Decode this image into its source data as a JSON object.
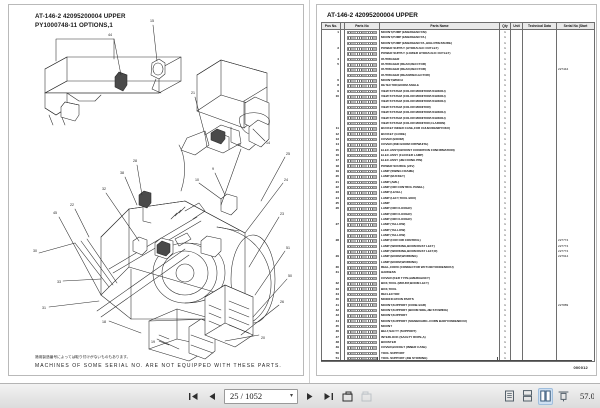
{
  "viewer": {
    "page_field": "25 / 1052",
    "zoom_level": "57.0",
    "buttons": {
      "first_page": "First Page",
      "prev_page": "Previous Page",
      "next_page": "Next Page",
      "last_page": "Last Page",
      "show_panel": "Show Panel",
      "hide_panel": "Hide Panel",
      "single_page_view": "Single Page View",
      "continuous_view": "Continuous View",
      "two_page_view": "Two Page View",
      "fit_page": "Fit Page"
    }
  },
  "diagram": {
    "title_line1": "AT-146-2 42095200004 UPPER",
    "title_line2": "PY1000748-11 OPTIONS,1",
    "note_jp": "適用製造番号によっては取り付けがないものもあります。",
    "note_en": "MACHINES OF SOME SERIAL NO. ARE NOT EQUIPPED WITH THESE PARTS.",
    "callouts": [
      "44",
      "15",
      "21",
      "28",
      "38",
      "32",
      "22",
      "45",
      "14",
      "46",
      "25",
      "24",
      "23",
      "51",
      "50",
      "26",
      "20",
      "19",
      "18",
      "33",
      "31",
      "30",
      "10",
      "9",
      "8",
      "7",
      "6",
      "5",
      "4",
      "3",
      "2",
      "1",
      "40",
      "41",
      "42",
      "43",
      "47",
      "48",
      "49",
      "52",
      "53",
      "16",
      "17",
      "11",
      "12",
      "13",
      "27",
      "29",
      "34",
      "35",
      "36",
      "37",
      "39"
    ]
  },
  "table": {
    "title": "AT-146-2 42095200004 UPPER",
    "sheet_no": "000012",
    "headers": {
      "pos": "Pos No.",
      "sep": "",
      "part_no": "Parts No",
      "name": "Parts Name",
      "qty": "Qty",
      "unit": "Unit",
      "tech": "Technical Data",
      "serial": "Serial No (Start"
    },
    "rows": [
      {
        "pos": "1",
        "name": "MOUNT,PUMP (EMERGENCY/B)",
        "qty": "1",
        "unit": "",
        "tech": "",
        "ser": ""
      },
      {
        "pos": "",
        "name": "MOUNT,PUMP (EMERGENCY/L)",
        "qty": "1",
        "unit": "",
        "tech": "",
        "ser": ""
      },
      {
        "pos": "",
        "name": "MOUNT,PUMP (EMERGENCY/L,HIGH PRESSURE)",
        "qty": "1",
        "unit": "",
        "tech": "",
        "ser": ""
      },
      {
        "pos": "3",
        "name": "POWER SUPPLY (HYDRAULIC OUTLET)",
        "qty": "1",
        "unit": "",
        "tech": "",
        "ser": ""
      },
      {
        "pos": "",
        "name": "POWER SUPPLY (LOWER HYDRAULIC OUTLET)",
        "qty": "1",
        "unit": "",
        "tech": "",
        "ser": ""
      },
      {
        "pos": "4",
        "name": "OUTRIGGER",
        "qty": "1",
        "unit": "",
        "tech": "",
        "ser": ""
      },
      {
        "pos": "5",
        "name": "OUTRIGGER (REAR,REFCTOR)",
        "qty": "1",
        "unit": "",
        "tech": "",
        "ser": ""
      },
      {
        "pos": "",
        "name": "OUTRIGGER (REAR,REFCTOR)",
        "qty": "1",
        "unit": "",
        "tech": "",
        "ser": "227444"
      },
      {
        "pos": "",
        "name": "OUTRIGGER (REAR/REFLECTOR)",
        "qty": "1",
        "unit": "",
        "tech": "",
        "ser": ""
      },
      {
        "pos": "6",
        "name": "MOUNT,WINCH",
        "qty": "1",
        "unit": "",
        "tech": "",
        "ser": ""
      },
      {
        "pos": "8",
        "name": "DETECTOR,BOOM ANGLE",
        "qty": "1",
        "unit": "",
        "tech": "",
        "ser": ""
      },
      {
        "pos": "9",
        "name": "VIEW SYSTEM (COLOR MONITOR/UCHIKOH)",
        "qty": "1",
        "unit": "",
        "tech": "",
        "ser": ""
      },
      {
        "pos": "10",
        "name": "VIEW SYSTEM (COLOR MONITOR/UCHIKOH)",
        "qty": "1",
        "unit": "",
        "tech": "",
        "ser": ""
      },
      {
        "pos": "",
        "name": "VIEW SYSTEM (COLOR MONITOR/UCHIKOH)",
        "qty": "1",
        "unit": "",
        "tech": "",
        "ser": ""
      },
      {
        "pos": "",
        "name": "VIEW SYSTEM (COLOR MONITOR)",
        "qty": "1",
        "unit": "",
        "tech": "",
        "ser": ""
      },
      {
        "pos": "",
        "name": "VIEW SYSTEM (COLOR MONITOR/UCHIKOH)",
        "qty": "1",
        "unit": "",
        "tech": "",
        "ser": ""
      },
      {
        "pos": "",
        "name": "VIEW SYSTEM (COLOR MONITOR/UCHIKOH)",
        "qty": "1",
        "unit": "",
        "tech": "",
        "ser": ""
      },
      {
        "pos": "",
        "name": "VIEW SYSTEM (COLOR MONITOR,CLARION)",
        "qty": "1",
        "unit": "",
        "tech": "",
        "ser": ""
      },
      {
        "pos": "11",
        "name": "BUCKET INNER CASE,FOR CHUBUDENRYOKU)",
        "qty": "1",
        "unit": "",
        "tech": "",
        "ser": ""
      },
      {
        "pos": "12",
        "name": "BUCKET (GUIDE)",
        "qty": "1",
        "unit": "",
        "tech": "",
        "ser": ""
      },
      {
        "pos": "13",
        "name": "COVER (BOOM)",
        "qty": "1",
        "unit": "",
        "tech": "",
        "ser": ""
      },
      {
        "pos": "14",
        "name": "COVER (2ND BOOM FRP/WHITE)",
        "qty": "1",
        "unit": "",
        "tech": "",
        "ser": ""
      },
      {
        "pos": "15",
        "name": "ELEC.ASSY(GROUNT CONDITION FONFIRMATION)",
        "qty": "1",
        "unit": "",
        "tech": "",
        "ser": ""
      },
      {
        "pos": "16",
        "name": "ELEC.ASSY (FLICKER LAMP)",
        "qty": "1",
        "unit": "",
        "tech": "",
        "ser": ""
      },
      {
        "pos": "17",
        "name": "ELEC.ASSY (JIB FIXING PIN)",
        "qty": "1",
        "unit": "",
        "tech": "",
        "ser": ""
      },
      {
        "pos": "18",
        "name": "POWER SOURCE (24V)",
        "qty": "1",
        "unit": "",
        "tech": "",
        "ser": ""
      },
      {
        "pos": "19",
        "name": "LAMP (SWING FRAME)",
        "qty": "1",
        "unit": "",
        "tech": "",
        "ser": ""
      },
      {
        "pos": "20",
        "name": "LAMP (BUCKET)",
        "qty": "1",
        "unit": "",
        "tech": "",
        "ser": ""
      },
      {
        "pos": "21",
        "name": "LAMP (AML)",
        "qty": "1",
        "unit": "",
        "tech": "",
        "ser": ""
      },
      {
        "pos": "22",
        "name": "LAMP (OIR CONTROL PANEL)",
        "qty": "1",
        "unit": "",
        "tech": "",
        "ser": ""
      },
      {
        "pos": "23",
        "name": "LAMP (LEVEL)",
        "qty": "1",
        "unit": "",
        "tech": "",
        "ser": ""
      },
      {
        "pos": "24",
        "name": "LAMP (LEFT,TOOL BOX)",
        "qty": "1",
        "unit": "",
        "tech": "",
        "ser": ""
      },
      {
        "pos": "25",
        "name": "LAMP",
        "qty": "1",
        "unit": "",
        "tech": "",
        "ser": ""
      },
      {
        "pos": "26",
        "name": "LAMP (OIR FLICKER)",
        "qty": "1",
        "unit": "",
        "tech": "",
        "ser": ""
      },
      {
        "pos": "",
        "name": "LAMP (OIR FLICKER)",
        "qty": "1",
        "unit": "",
        "tech": "",
        "ser": ""
      },
      {
        "pos": "",
        "name": "LAMP (OIR FLICKER)",
        "qty": "1",
        "unit": "",
        "tech": "",
        "ser": ""
      },
      {
        "pos": "27",
        "name": "LAMP (YELLOW)",
        "qty": "1",
        "unit": "",
        "tech": "",
        "ser": ""
      },
      {
        "pos": "",
        "name": "LAMP (YELLOW)",
        "qty": "1",
        "unit": "",
        "tech": "",
        "ser": ""
      },
      {
        "pos": "",
        "name": "LAMP (YELLOW)",
        "qty": "1",
        "unit": "",
        "tech": "",
        "ser": ""
      },
      {
        "pos": "28",
        "name": "LAMP (FOR OIR CONTROL)",
        "qty": "1",
        "unit": "",
        "tech": "",
        "ser": "227774"
      },
      {
        "pos": "",
        "name": "LAMP (WORKING,BOOM REST LEFT)",
        "qty": "1",
        "unit": "",
        "tech": "",
        "ser": "227774"
      },
      {
        "pos": "",
        "name": "LAMP (WORKING,BOOM REST LEFT,R)",
        "qty": "1",
        "unit": "",
        "tech": "",
        "ser": "227774"
      },
      {
        "pos": "29",
        "name": "LAMP (BOOM,WORKING)",
        "qty": "1",
        "unit": "",
        "tech": "",
        "ser": "227914"
      },
      {
        "pos": "",
        "name": "LAMP (BOOM,WORKING)",
        "qty": "1",
        "unit": "",
        "tech": "",
        "ser": ""
      },
      {
        "pos": "30",
        "name": "REEL,CORD (CONNECTOR WF7130/YONDENKOU)",
        "qty": "1",
        "unit": "",
        "tech": "",
        "ser": ""
      },
      {
        "pos": "31",
        "name": "HARNESS",
        "qty": "1",
        "unit": "",
        "tech": "",
        "ser": ""
      },
      {
        "pos": "",
        "name": "COVER (KER TYPE,EMERGENCY)",
        "qty": "1",
        "unit": "",
        "tech": "",
        "ser": ""
      },
      {
        "pos": "32",
        "name": "BOX,TOOL (MOUNT,BOOM LEFT)",
        "qty": "1",
        "unit": "",
        "tech": "",
        "ser": ""
      },
      {
        "pos": "33",
        "name": "BOX,TOOL",
        "qty": "1",
        "unit": "",
        "tech": "",
        "ser": ""
      },
      {
        "pos": "34",
        "name": "REFLECTOR",
        "qty": "1",
        "unit": "",
        "tech": "",
        "ser": ""
      },
      {
        "pos": "40",
        "name": "MODIFICATION PARTS",
        "qty": "1",
        "unit": "",
        "tech": "",
        "ser": ""
      },
      {
        "pos": "41",
        "name": "MOUNT,SUPPORT (CONE BAR)",
        "qty": "1",
        "unit": "",
        "tech": "",
        "ser": "227889"
      },
      {
        "pos": "42",
        "name": "MOUNT,SUPPORT (BOOM SIDE,JIB STOWING)",
        "qty": "1",
        "unit": "",
        "tech": "",
        "ser": ""
      },
      {
        "pos": "43",
        "name": "MOUNT,SUPPORT",
        "qty": "1",
        "unit": "",
        "tech": "",
        "ser": ""
      },
      {
        "pos": "44",
        "name": "MOUNT,SUPPORT (SIGNBOARD~CORN BAR/YONDENKOU)",
        "qty": "1",
        "unit": "",
        "tech": "",
        "ser": ""
      },
      {
        "pos": "45",
        "name": "MOUNT",
        "qty": "1",
        "unit": "",
        "tech": "",
        "ser": ""
      },
      {
        "pos": "46",
        "name": "BELT,SAFTY (SUPPORT)",
        "qty": "1",
        "unit": "",
        "tech": "",
        "ser": ""
      },
      {
        "pos": "47",
        "name": "INTERLOCK (SAFETY ROPE,A)",
        "qty": "1",
        "unit": "",
        "tech": "",
        "ser": ""
      },
      {
        "pos": "48",
        "name": "BOOSTER",
        "qty": "1",
        "unit": "",
        "tech": "",
        "ser": ""
      },
      {
        "pos": "49",
        "name": "COVER,BUCKET (INNER CASE)",
        "qty": "1",
        "unit": "",
        "tech": "",
        "ser": ""
      },
      {
        "pos": "50",
        "name": "TOOL SUPPORT",
        "qty": "1",
        "unit": "",
        "tech": "",
        "ser": ""
      },
      {
        "pos": "51",
        "name": "TOOL SUPPORT (JIB STOWING)",
        "qty": "1",
        "unit": "",
        "tech": "",
        "ser": ""
      }
    ]
  }
}
